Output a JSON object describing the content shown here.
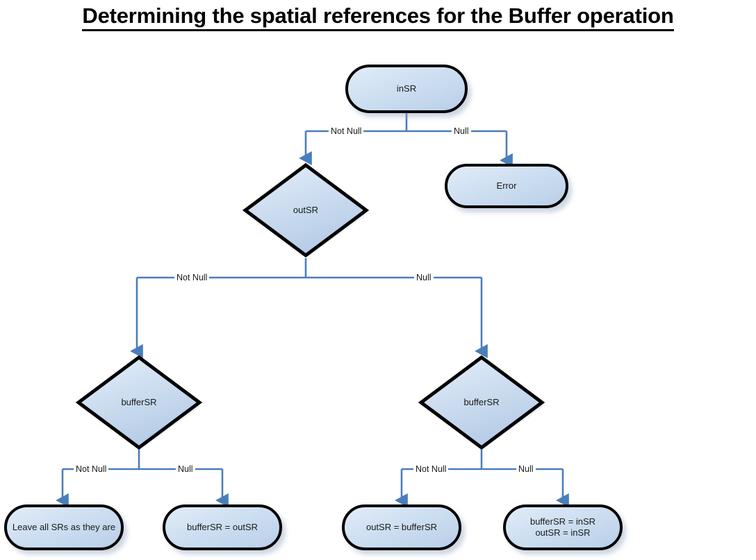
{
  "title": "Determining the spatial references for the Buffer operation",
  "theme": {
    "node_border": "#000000",
    "node_fill_top": "#e2ecf7",
    "node_fill_bottom": "#b9cfe8",
    "connector": "#4a7ebb",
    "text": "#1a1a1a",
    "background": "#ffffff"
  },
  "nodes": {
    "in_sr": {
      "label": "inSR",
      "shape": "stadium"
    },
    "error": {
      "label": "Error",
      "shape": "stadium"
    },
    "out_sr": {
      "label": "outSR",
      "shape": "diamond"
    },
    "buffer_sr_left": {
      "label": "bufferSR",
      "shape": "diamond"
    },
    "buffer_sr_right": {
      "label": "bufferSR",
      "shape": "diamond"
    },
    "leave_all": {
      "label": "Leave all SRs as they are",
      "shape": "stadium"
    },
    "buffer_eq_out": {
      "label": "bufferSR = outSR",
      "shape": "stadium"
    },
    "out_eq_buffer": {
      "label": "outSR = bufferSR",
      "shape": "stadium"
    },
    "buffer_eq_in_line1": {
      "label": "bufferSR = inSR",
      "shape": "stadium"
    },
    "buffer_eq_in_line2": {
      "label": "outSR = inSR",
      "shape": "stadium"
    }
  },
  "edges": {
    "in_sr_not_null": "Not Null",
    "in_sr_null": "Null",
    "out_sr_not_null": "Not Null",
    "out_sr_null": "Null",
    "buffer_left_not_null": "Not Null",
    "buffer_left_null": "Null",
    "buffer_right_not_null": "Not Null",
    "buffer_right_null": "Null"
  }
}
